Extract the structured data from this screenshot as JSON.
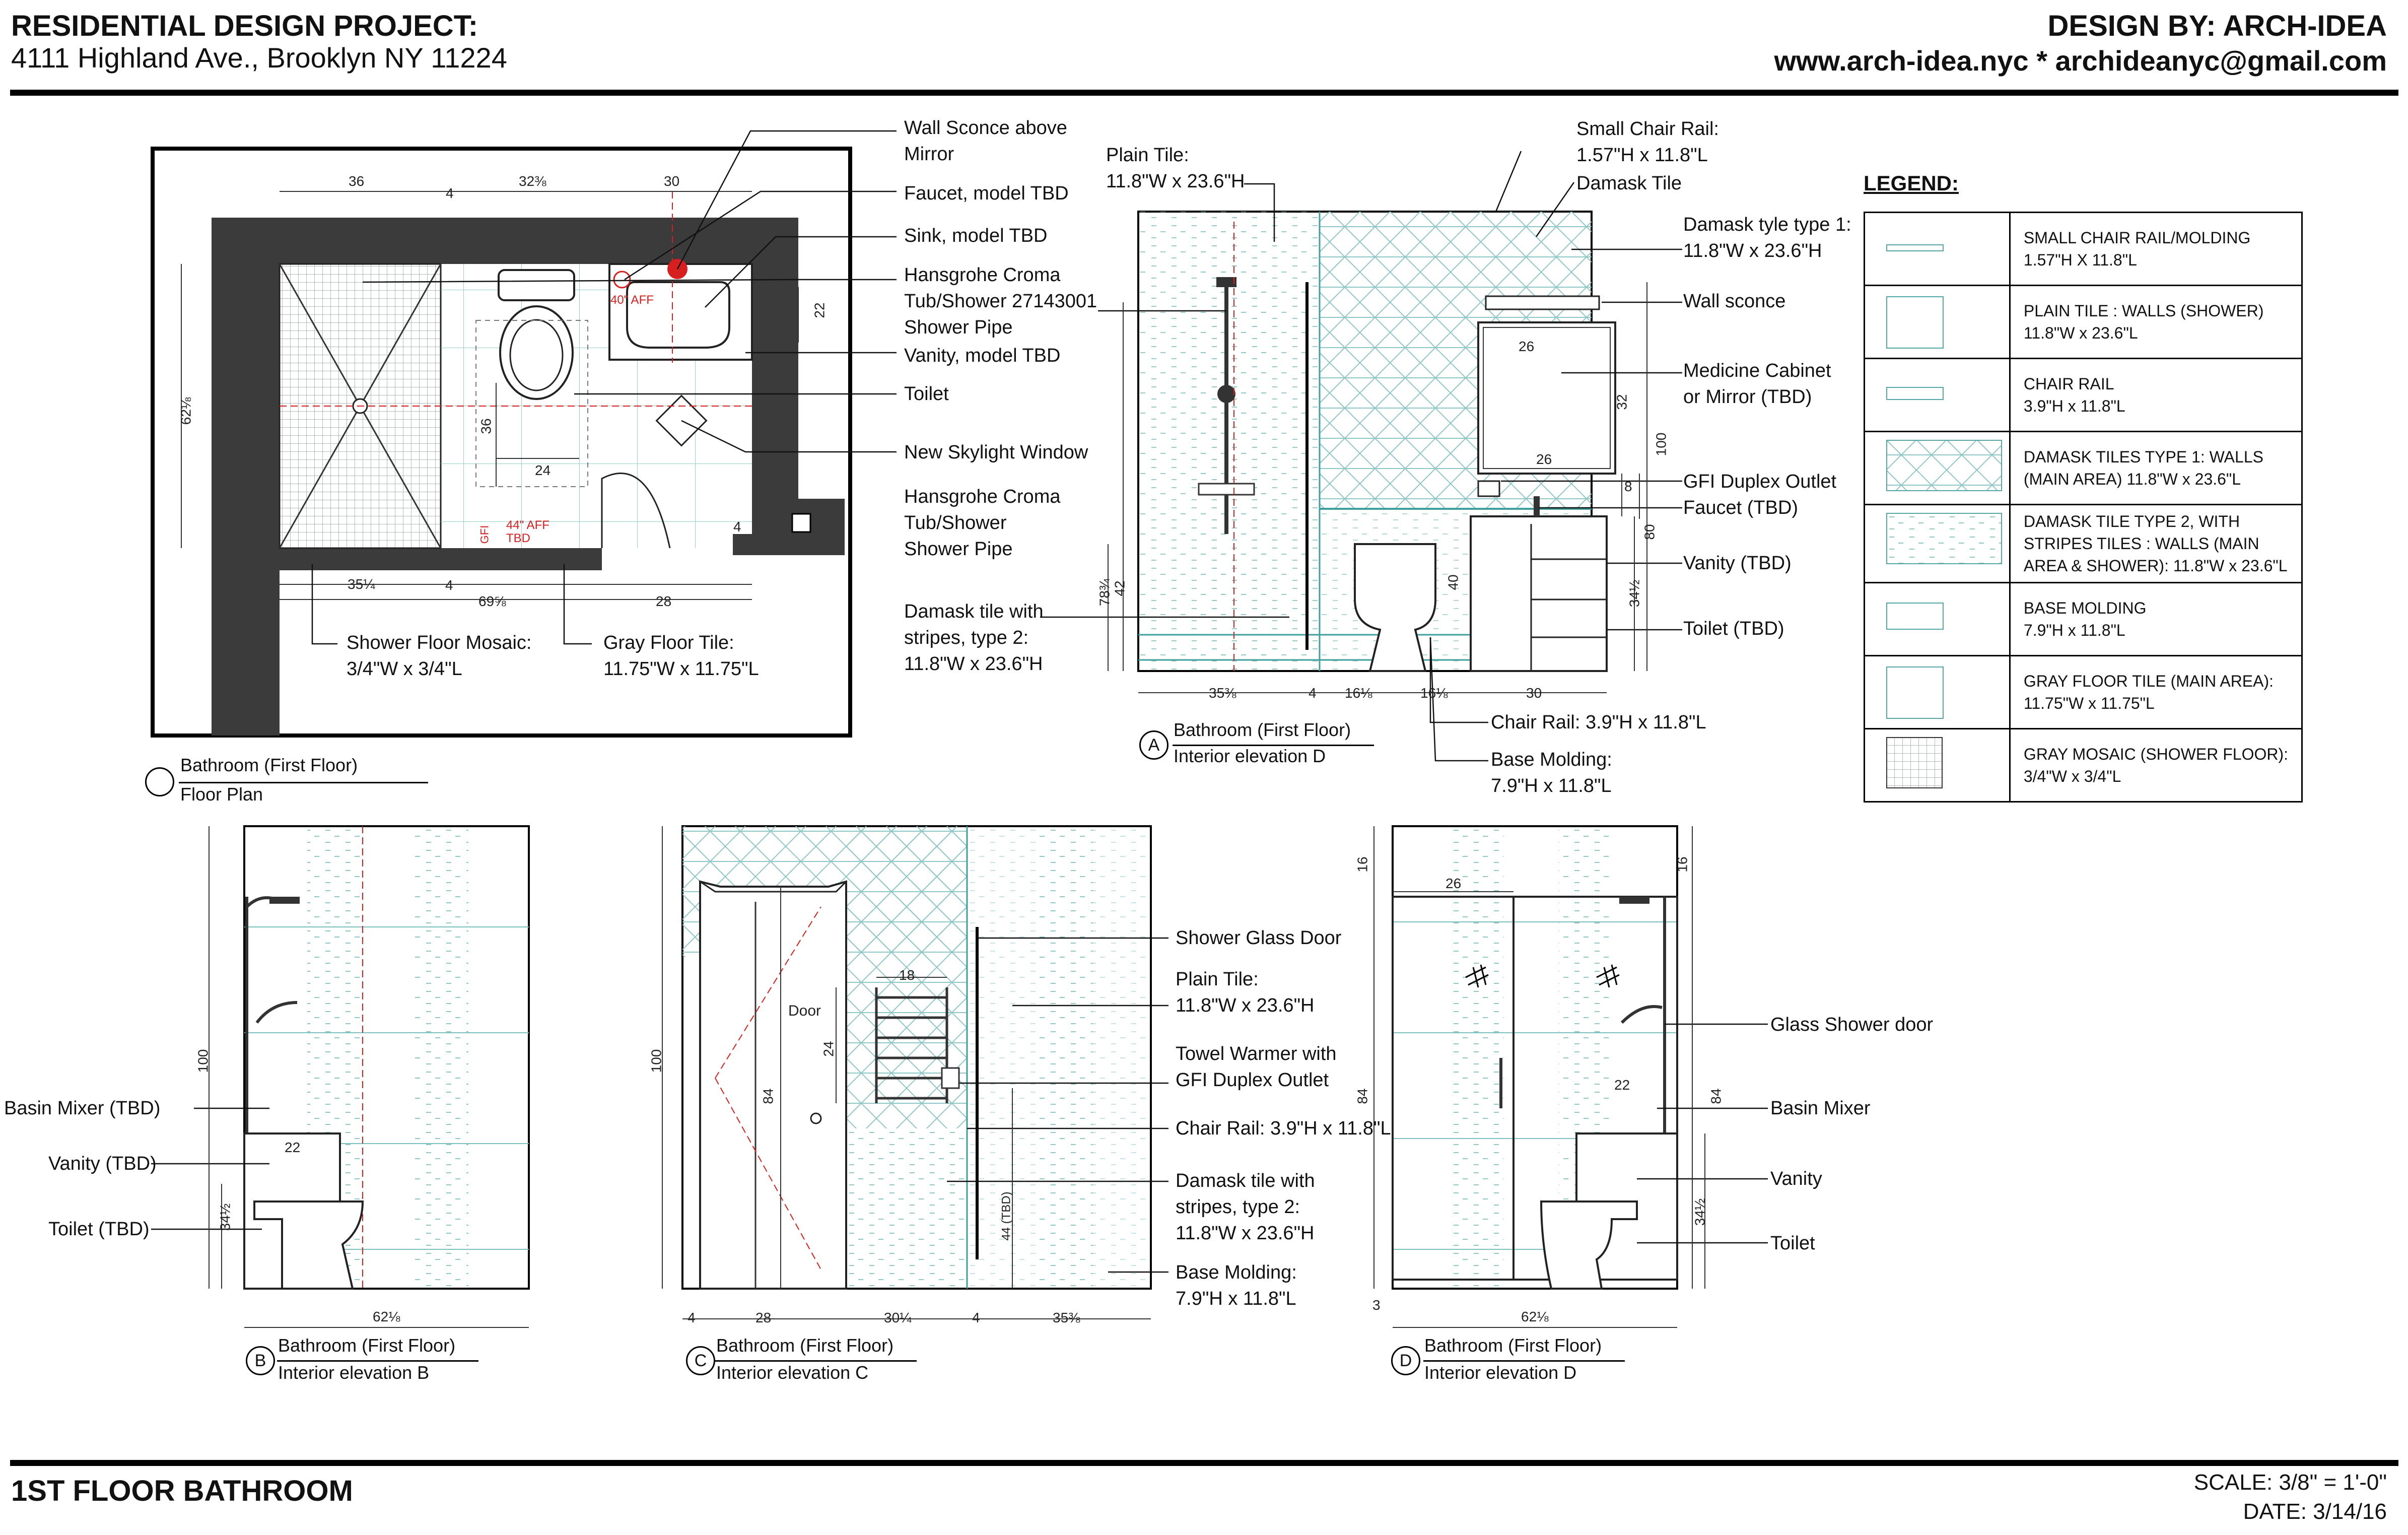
{
  "header": {
    "project_title": "RESIDENTIAL DESIGN PROJECT:",
    "address": "4111 Highland Ave., Brooklyn NY 11224",
    "design_by": "DESIGN BY: ARCH-IDEA",
    "web": "www.arch-idea.nyc  *  archideanyc@gmail.com"
  },
  "footer": {
    "sheet_title": "1ST FLOOR BATHROOM",
    "scale": "SCALE: 3/8\" = 1'-0\"",
    "date": "DATE: 3/14/16"
  },
  "plan": {
    "caption_title": "Bathroom (First Floor)",
    "caption_sub": "Floor Plan",
    "notes": {
      "sconce": "Wall Sconce above\nMirror",
      "faucet": "Faucet, model TBD",
      "sink": "Sink, model TBD",
      "tub": "Hansgrohe Croma\nTub/Shower 27143001\nShower Pipe",
      "vanity": "Vanity, model TBD",
      "toilet": "Toilet",
      "skylight": "New Skylight Window",
      "pipe": "Hansgrohe Croma\nTub/Shower\nShower Pipe",
      "mosaic": "Shower Floor Mosaic:\n3/4\"W x 3/4\"L",
      "floor_tile": "Gray Floor Tile:\n11.75\"W x 11.75\"L"
    },
    "dims": {
      "d36": "36",
      "d32": "32⅜",
      "d30": "30",
      "d4a": "4",
      "d22": "22",
      "d62": "62⅛",
      "d36b": "36",
      "d24": "24",
      "d35": "35¼",
      "d4b": "4",
      "d69": "69⅝",
      "d28": "28",
      "d4c": "4",
      "aff40": "40\" AFF",
      "aff44": "44\" AFF\nTBD",
      "gfi": "GFI"
    }
  },
  "elevA": {
    "marker": "A",
    "caption_title": "Bathroom (First Floor)",
    "caption_sub": "Interior elevation D",
    "notes": {
      "plain_tile": "Plain Tile:\n11.8\"W x 23.6\"H",
      "small_rail": "Small Chair Rail:\n1.57\"H x 11.8\"L",
      "damask": "Damask Tile",
      "damask1": "Damask tyle type 1:\n11.8\"W x 23.6\"H",
      "sconce": "Wall sconce",
      "med_cab": "Medicine Cabinet\nor Mirror (TBD)",
      "gfi": "GFI Duplex Outlet",
      "faucet": "Faucet (TBD)",
      "vanity": "Vanity (TBD)",
      "toilet": "Toilet (TBD)",
      "damask2": "Damask tile with\nstripes, type 2:\n11.8\"W x 23.6\"H",
      "chair_rail": "Chair Rail: 3.9\"H x 11.8\"L",
      "base": "Base Molding:\n7.9\"H x 11.8\"L"
    },
    "dims": {
      "d26a": "26",
      "d32": "32",
      "d26b": "26",
      "d100": "100",
      "d8": "8",
      "d80": "80",
      "d34": "34½",
      "d40": "40",
      "d78": "78¾",
      "d42": "42",
      "d35": "35⅜",
      "d4": "4",
      "d16a": "16⅛",
      "d16b": "16⅛",
      "d30": "30"
    }
  },
  "elevB": {
    "marker": "B",
    "caption_title": "Bathroom (First Floor)",
    "caption_sub": "Interior elevation B",
    "notes": {
      "basin": "Basin Mixer (TBD)",
      "vanity": "Vanity (TBD)",
      "toilet": "Toilet (TBD)"
    },
    "dims": {
      "d100": "100",
      "d22": "22",
      "d34": "34½",
      "d62": "62⅛"
    }
  },
  "elevC": {
    "marker": "C",
    "caption_title": "Bathroom (First Floor)",
    "caption_sub": "Interior elevation C",
    "notes": {
      "glass_door": "Shower Glass Door",
      "plain_tile": "Plain Tile:\n11.8\"W x 23.6\"H",
      "towel": "Towel Warmer with\nGFI Duplex Outlet",
      "chair_rail": "Chair Rail: 3.9\"H x 11.8\"L",
      "damask2": "Damask tile with\nstripes, type 2:\n11.8\"W x 23.6\"H",
      "base": "Base Molding:\n7.9\"H x 11.8\"L",
      "door": "Door"
    },
    "dims": {
      "d100": "100",
      "d84": "84",
      "d18": "18",
      "d24": "24",
      "d44": "44 (TBD)",
      "d4a": "4",
      "d28": "28",
      "d30": "30¼",
      "d4b": "4",
      "d35": "35⅜"
    }
  },
  "elevD": {
    "marker": "D",
    "caption_title": "Bathroom (First Floor)",
    "caption_sub": "Interior elevation D",
    "notes": {
      "glass": "Glass Shower door",
      "basin": "Basin Mixer",
      "vanity": "Vanity",
      "toilet": "Toilet"
    },
    "dims": {
      "d16a": "16",
      "d26": "26",
      "d16b": "16",
      "d84a": "84",
      "d84b": "84",
      "d22": "22",
      "d34": "34½",
      "d3": "3",
      "d62": "62⅛"
    }
  },
  "legend": {
    "title": "LEGEND:",
    "items": [
      {
        "text": "SMALL CHAIR RAIL/MOLDING\n1.57\"H X 11.8\"L",
        "swatch": "thin-rail"
      },
      {
        "text": "PLAIN TILE : WALLS (SHOWER)\n11.8\"W x 23.6\"L",
        "swatch": "plain"
      },
      {
        "text": "CHAIR RAIL\n3.9\"H x 11.8\"L",
        "swatch": "rail"
      },
      {
        "text": "DAMASK TILES TYPE 1: WALLS\n(MAIN AREA) 11.8\"W x 23.6\"L",
        "swatch": "damask"
      },
      {
        "text": "DAMASK TILE TYPE 2, WITH\nSTRIPES TILES : WALLS (MAIN\nAREA & SHOWER): 11.8\"W x 23.6\"L",
        "swatch": "stripes"
      },
      {
        "text": "BASE MOLDING\n7.9\"H x 11.8\"L",
        "swatch": "base"
      },
      {
        "text": "GRAY FLOOR TILE (MAIN AREA):\n11.75\"W x 11.75\"L",
        "swatch": "gray"
      },
      {
        "text": "GRAY MOSAIC (SHOWER FLOOR):\n3/4\"W x 3/4\"L",
        "swatch": "mosaic"
      }
    ]
  },
  "colors": {
    "tile": "#3f9f9f",
    "wall": "#3b3b3b",
    "red": "#d81f1f"
  }
}
